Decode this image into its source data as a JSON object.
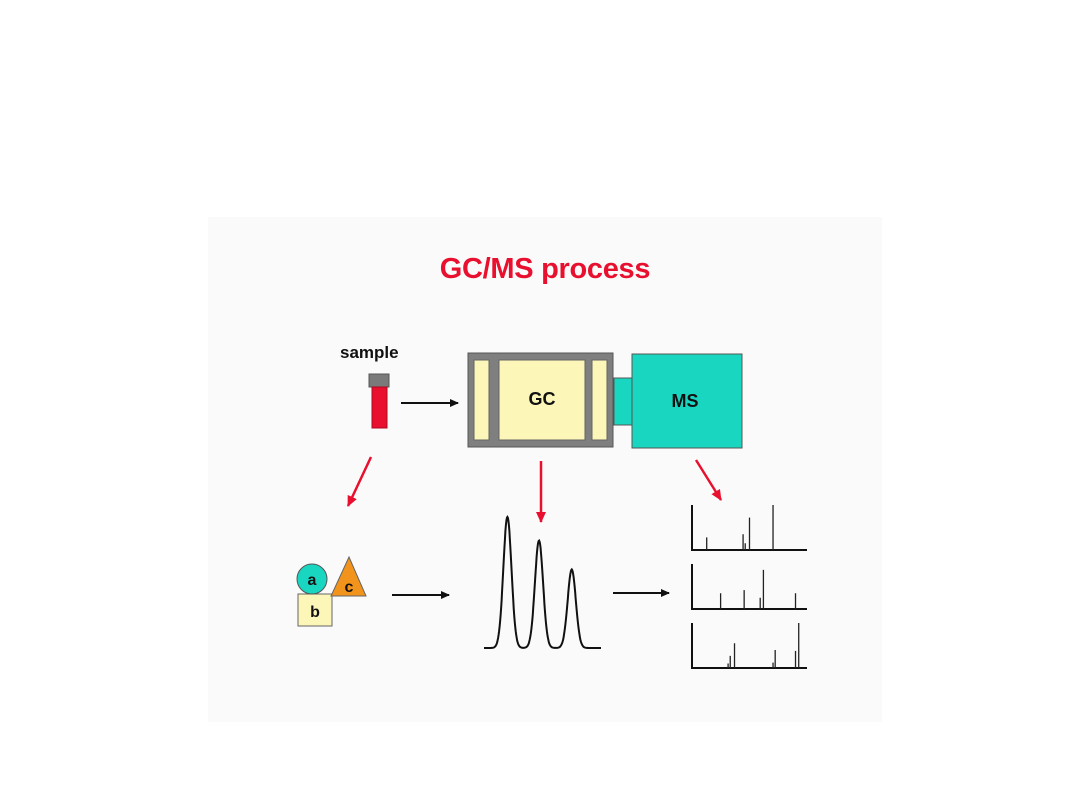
{
  "title": "GC/MS process",
  "labels": {
    "sample": "sample",
    "gc": "GC",
    "ms": "MS",
    "compound_a": "a",
    "compound_b": "b",
    "compound_c": "c"
  },
  "colors": {
    "title": "#e8102e",
    "red_arrow": "#e8102e",
    "sample_tube": "#e8102e",
    "sample_cap": "#7a7a7a",
    "gc_housing": "#7f7f7f",
    "gc_panel": "#fcf7b8",
    "ms": "#19d6c0",
    "compound_a": "#19d6c0",
    "compound_b": "#fcf7b8",
    "compound_c": "#f2941c",
    "line": "#111111"
  },
  "chromatogram": {
    "peaks": [
      {
        "retention": 0.2,
        "height": 1.0
      },
      {
        "retention": 0.47,
        "height": 0.82
      },
      {
        "retention": 0.75,
        "height": 0.6
      }
    ]
  },
  "mass_spectra": [
    {
      "peaks": [
        [
          0.1,
          0.28
        ],
        [
          0.44,
          0.35
        ],
        [
          0.46,
          0.15
        ],
        [
          0.5,
          0.72
        ],
        [
          0.72,
          1.0
        ]
      ]
    },
    {
      "peaks": [
        [
          0.23,
          0.35
        ],
        [
          0.45,
          0.42
        ],
        [
          0.6,
          0.25
        ],
        [
          0.63,
          0.87
        ],
        [
          0.93,
          0.35
        ]
      ]
    },
    {
      "peaks": [
        [
          0.3,
          0.1
        ],
        [
          0.32,
          0.27
        ],
        [
          0.36,
          0.55
        ],
        [
          0.72,
          0.12
        ],
        [
          0.74,
          0.4
        ],
        [
          0.93,
          0.38
        ],
        [
          0.96,
          1.0
        ]
      ]
    }
  ]
}
